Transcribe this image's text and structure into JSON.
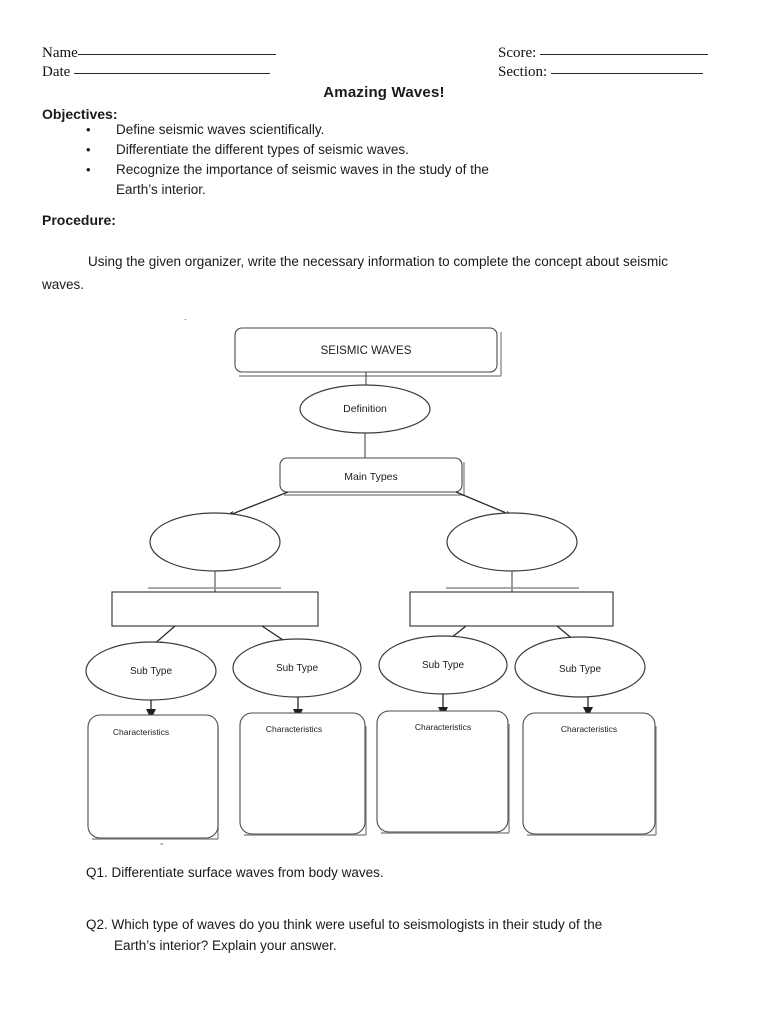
{
  "header": {
    "name_label": "Name",
    "date_label": "Date",
    "score_label": "Score:",
    "section_label": "Section:"
  },
  "title": "Amazing Waves!",
  "objectives": {
    "heading": "Objectives:",
    "bullet_glyph": "•",
    "items": [
      {
        "line1": "Define seismic waves scientifically.",
        "line2": ""
      },
      {
        "line1": "Differentiate the different types of seismic waves.",
        "line2": ""
      },
      {
        "line1": "Recognize the importance of seismic waves in the study of the",
        "line2": "Earth’s interior."
      }
    ]
  },
  "procedure": {
    "heading": "Procedure:",
    "body": "Using the given organizer, write the necessary information to complete the concept about seismic waves."
  },
  "diagram": {
    "root": "SEISMIC WAVES",
    "definition": "Definition",
    "main_types": "Main Types",
    "branch_left": "",
    "branch_right": "",
    "type_box_left": "",
    "type_box_right": "",
    "sub_types": [
      "Sub Type",
      "Sub Type",
      "Sub Type",
      "Sub Type"
    ],
    "characteristics": [
      "Characteristics",
      "Characteristics",
      "Characteristics",
      "Characteristics"
    ]
  },
  "questions": [
    {
      "label": "Q1.",
      "line1": "Differentiate surface waves from body waves.",
      "line2": ""
    },
    {
      "label": "Q2.",
      "line1": "Which type of waves do you think were useful to seismologists in their study of the",
      "line2": "Earth’s interior? Explain your answer."
    }
  ],
  "marks": {
    "top_left_speck": "˙",
    "bottom_speck": "-"
  }
}
